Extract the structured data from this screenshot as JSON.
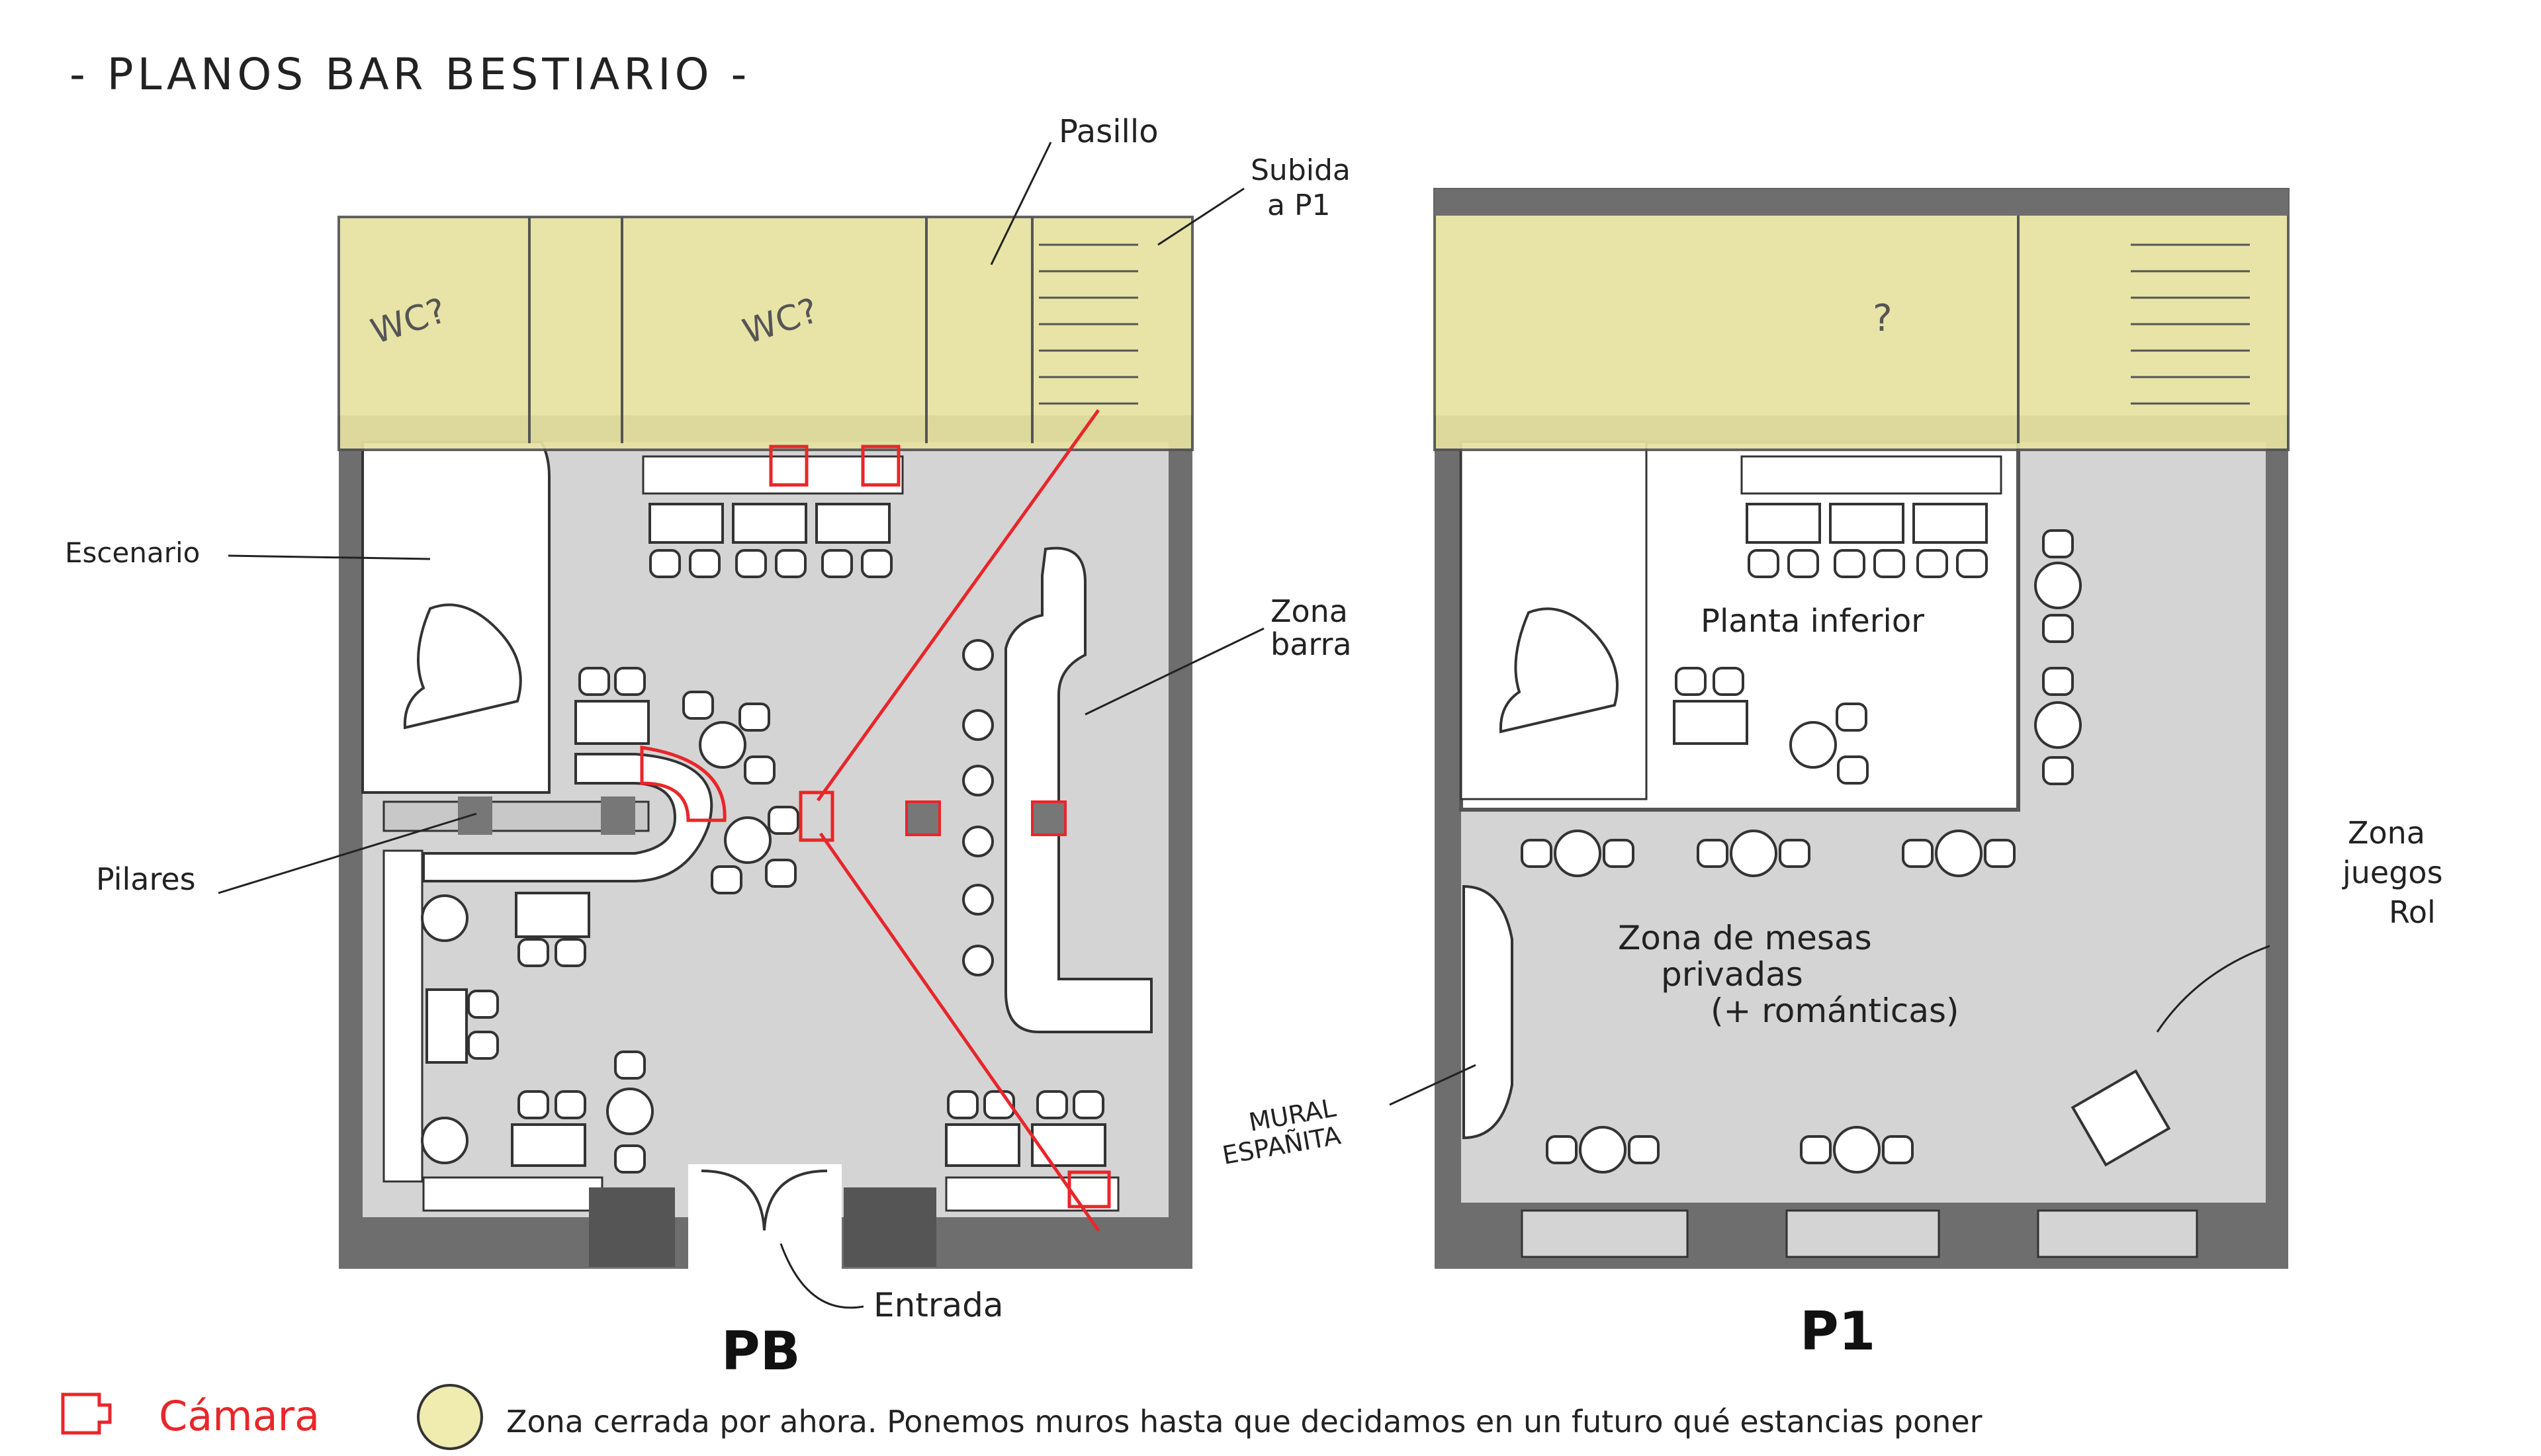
{
  "title": "- PLANOS BAR BESTIARIO -",
  "floors": {
    "ground": {
      "name": "PB",
      "labels": {
        "pasillo": "Pasillo",
        "subida_line1": "Subida",
        "subida_line2": "a P1",
        "wc_left": "WC?",
        "wc_right": "WC?",
        "escenario": "Escenario",
        "zona_barra_line1": "Zona",
        "zona_barra_line2": "barra",
        "pilares": "Pilares",
        "entrada": "Entrada"
      }
    },
    "upper": {
      "name": "P1",
      "labels": {
        "unknown_room": "?",
        "planta_inferior": "Planta inferior",
        "mesas_line1": "Zona de mesas",
        "mesas_line2": "privadas",
        "mesas_line3": "(+ románticas)",
        "mural_line1": "MURAL",
        "mural_line2": "ESPAÑITA",
        "juegos_line1": "Zona",
        "juegos_line2": "juegos",
        "juegos_line3": "Rol"
      }
    }
  },
  "legend": {
    "camera_label": "Cámara",
    "closed_zone_label": "Zona cerrada por ahora. Ponemos muros hasta que decidamos en un futuro qué estancias poner"
  },
  "colors": {
    "wall": "#6e6e6e",
    "floor": "#d4d4d4",
    "closed_zone": "#e7e2a0",
    "camera": "#e8262a",
    "ink": "#222222"
  }
}
